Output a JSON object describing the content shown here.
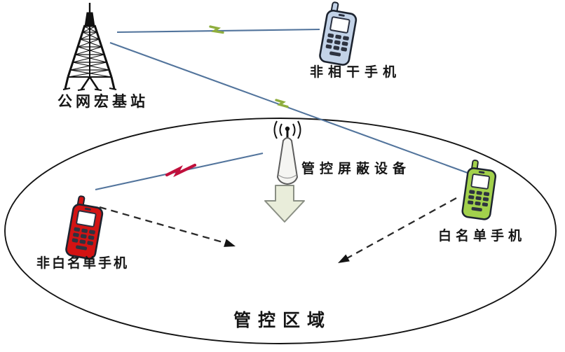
{
  "diagram": {
    "title_hint": "mobile-phone control/jamming zone schematic",
    "labels": {
      "base_station": "公网宏基站",
      "irrelevant_phone": "非相干手机",
      "jammer": "管控屏蔽设备",
      "non_whitelist_phone": "非白名单手机",
      "whitelist_phone": "白名单手机",
      "control_area": "管控区域"
    },
    "colors": {
      "link": "#52749c",
      "bolt_green": "#8fae3e",
      "bolt_red": "#c0103c",
      "phone_blue": "#c3d3e8",
      "phone_red": "#d31313",
      "phone_green": "#a2d14c",
      "jammer_body": "#f5f5f2",
      "block_arrow_fill": "#e9edda",
      "block_arrow_stroke": "#8a8f84",
      "ink": "#141414"
    },
    "nodes": [
      {
        "id": "base-station",
        "label": "公网宏基站",
        "icon": "cell-tower-icon"
      },
      {
        "id": "irrelevant-phone",
        "label": "非相干手机",
        "icon": "phone-icon",
        "color": "blue",
        "location": "outside control area"
      },
      {
        "id": "jammer",
        "label": "管控屏蔽设备",
        "icon": "jammer-antenna-icon",
        "location": "inside control area"
      },
      {
        "id": "non-whitelist-phone",
        "label": "非白名单手机",
        "icon": "phone-icon",
        "color": "red",
        "location": "inside control area"
      },
      {
        "id": "whitelist-phone",
        "label": "白名单手机",
        "icon": "phone-icon",
        "color": "green",
        "location": "inside control area"
      },
      {
        "id": "control-area",
        "label": "管控区域",
        "icon": "ellipse-boundary"
      }
    ],
    "links": [
      {
        "from": "base-station",
        "to": "irrelevant-phone",
        "style": "solid",
        "bolt": "green"
      },
      {
        "from": "base-station",
        "to": "whitelist-phone",
        "style": "solid",
        "bolt": "green"
      },
      {
        "from": "jammer",
        "to": "non-whitelist-phone",
        "style": "solid",
        "bolt": "red"
      },
      {
        "from": "non-whitelist-phone",
        "to": "control-area-center",
        "style": "dashed-arrow"
      },
      {
        "from": "whitelist-phone",
        "to": "control-area-center",
        "style": "dashed-arrow"
      }
    ]
  }
}
